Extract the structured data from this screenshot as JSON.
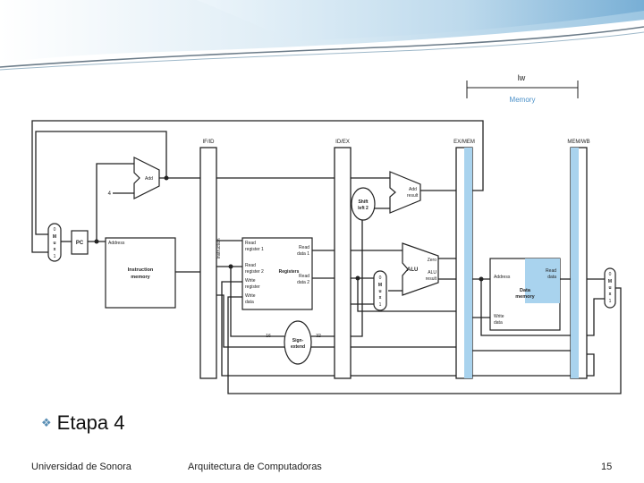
{
  "slide": {
    "bullet": "Etapa 4",
    "footer_left": "Universidad de Sonora",
    "footer_center": "Arquitectura de Computadoras",
    "page_number": "15"
  },
  "diagram": {
    "instruction": "lw",
    "stage": "Memory",
    "pipeline_registers": [
      "IF/ID",
      "ID/EX",
      "EX/MEM",
      "MEM/WB"
    ],
    "pc": "PC",
    "adder_label": "Add",
    "constant_four": "4",
    "branch_adder": [
      "Add",
      "result"
    ],
    "shift_left": [
      "Shift",
      "left 2"
    ],
    "instruction_memory": [
      "Address",
      "Instruction",
      "memory"
    ],
    "instruction_label": "Instruction",
    "registers": {
      "read_register_1": [
        "Read",
        "register 1"
      ],
      "read_register_2": [
        "Read",
        "register 2"
      ],
      "write_register": [
        "Write",
        "register"
      ],
      "write_data": [
        "Write",
        "data"
      ],
      "read_data_1": [
        "Read",
        "data 1"
      ],
      "read_data_2": [
        "Read",
        "data 2"
      ],
      "title": "Registers"
    },
    "alu": {
      "label": "ALU",
      "zero": "Zero",
      "result": [
        "ALU",
        "result"
      ]
    },
    "data_memory": {
      "address": "Address",
      "read_data": [
        "Read",
        "data"
      ],
      "title": [
        "Data",
        "memory"
      ],
      "write_data": [
        "Write",
        "data"
      ]
    },
    "sign_extend": [
      "Sign-",
      "extend"
    ],
    "bus_widths": [
      "16",
      "32"
    ],
    "mux": [
      "0",
      "M",
      "u",
      "x",
      "1"
    ],
    "highlight_color": "#a9d3ee",
    "accent_color": "#4a90c8"
  }
}
